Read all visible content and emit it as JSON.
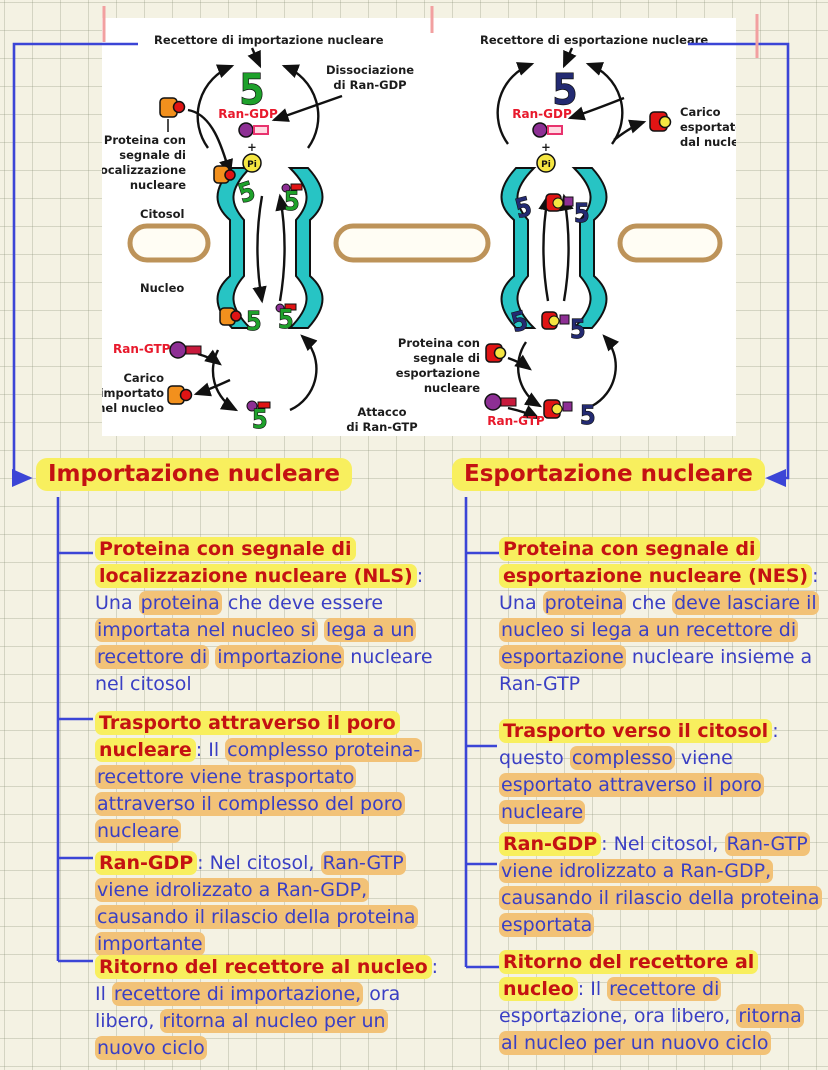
{
  "colors": {
    "background": "#f4f2e3",
    "grid_line": "#d9d7c8",
    "panel": "#ffffff",
    "term_text": "#c41212",
    "term_highlight": "#f8ef5e",
    "body_text": "#3a3fc4",
    "body_highlight": "#f2c277",
    "connector_blue": "#3b45d6",
    "diagram_teal": "#27c4c4",
    "receptor_green": "#1ea12b",
    "receptor_navy": "#232a72",
    "membrane_tan": "#bd9359",
    "ran_label_red": "#e8192c",
    "cargo_orange": "#f2901d",
    "cargo_red": "#e01414",
    "ran_purple": "#8d2f94",
    "pi_yellow": "#f5e642",
    "pink_mark": "#f2a0a0"
  },
  "diagram": {
    "labels": {
      "import_receptor": "Recettore di importazione nucleare",
      "export_receptor": "Recettore di esportazione nucleare",
      "dissociazione_line1": "Dissociazione",
      "dissociazione_line2": "di Ran-GDP",
      "ran_gdp": "Ran-GDP",
      "ran_gtp": "Ran-GTP",
      "nls_line1": "Proteina con",
      "nls_line2": "segnale di",
      "nls_line3": "localizzazione",
      "nls_line4": "nucleare",
      "nes_line1": "Proteina con",
      "nes_line2": "segnale di",
      "nes_line3": "esportazione",
      "nes_line4": "nucleare",
      "cytosol": "Citosol",
      "nucleus": "Nucleo",
      "imported_line1": "Carico",
      "imported_line2": "importato",
      "imported_line3": "nel nucleo",
      "exported_line1": "Carico",
      "exported_line2": "esportato",
      "exported_line3": "dal nucleo",
      "attacco_line1": "Attacco",
      "attacco_line2": "di Ran-GTP",
      "pi": "Pi",
      "plus": "+",
      "receptor_glyph": "5"
    }
  },
  "punct": {
    "colon": ": "
  },
  "columns": [
    {
      "heading": "Importazione nucleare",
      "items": [
        {
          "term": "Proteina con segnale di localizzazione nucleare (NLS)",
          "segments": [
            {
              "t": "Una ",
              "h": false
            },
            {
              "t": "proteina",
              "h": true
            },
            {
              "t": " che deve essere ",
              "h": false
            },
            {
              "t": "importata nel nucleo si",
              "h": true
            },
            {
              "t": " ",
              "h": false
            },
            {
              "t": "lega a un recettore di",
              "h": true
            },
            {
              "t": " ",
              "h": false
            },
            {
              "t": "importazione",
              "h": true
            },
            {
              "t": " nucleare nel citosol",
              "h": false
            }
          ]
        },
        {
          "term": "Trasporto attraverso il poro nucleare",
          "segments": [
            {
              "t": "Il ",
              "h": false
            },
            {
              "t": "complesso proteina-recettore viene trasportato attraverso il complesso del poro nucleare",
              "h": true
            }
          ]
        },
        {
          "term": "Ran-GDP",
          "segments": [
            {
              "t": "Nel citosol, ",
              "h": false
            },
            {
              "t": "Ran-GTP viene idrolizzato a Ran-GDP, causando il rilascio della proteina importante",
              "h": true
            }
          ]
        },
        {
          "term": "Ritorno del recettore al nucleo",
          "segments": [
            {
              "t": "Il ",
              "h": false
            },
            {
              "t": "recettore di importazione,",
              "h": true
            },
            {
              "t": " ora libero, ",
              "h": false
            },
            {
              "t": "ritorna al nucleo per un nuovo ciclo",
              "h": true
            }
          ]
        }
      ]
    },
    {
      "heading": "Esportazione nucleare",
      "items": [
        {
          "term": "Proteina con segnale di esportazione nucleare (NES)",
          "segments": [
            {
              "t": "Una ",
              "h": false
            },
            {
              "t": "proteina",
              "h": true
            },
            {
              "t": " che ",
              "h": false
            },
            {
              "t": "deve lasciare il nucleo si lega a un recettore di esportazione",
              "h": true
            },
            {
              "t": " nucleare insieme a Ran-GTP",
              "h": false
            }
          ]
        },
        {
          "term": "Trasporto verso il citosol",
          "segments": [
            {
              "t": "questo ",
              "h": false
            },
            {
              "t": "complesso",
              "h": true
            },
            {
              "t": " viene ",
              "h": false
            },
            {
              "t": "esportato attraverso il poro nucleare",
              "h": true
            }
          ]
        },
        {
          "term": "Ran-GDP",
          "segments": [
            {
              "t": "Nel citosol, ",
              "h": false
            },
            {
              "t": "Ran-GTP viene idrolizzato a Ran-GDP, causando il rilascio della proteina esportata",
              "h": true
            }
          ]
        },
        {
          "term": "Ritorno del recettore al nucleo",
          "segments": [
            {
              "t": "Il ",
              "h": false
            },
            {
              "t": "recettore di",
              "h": true
            },
            {
              "t": " esportazione, ora libero, ",
              "h": false
            },
            {
              "t": "ritorna al nucleo per un nuovo ciclo",
              "h": true
            }
          ]
        }
      ]
    }
  ]
}
